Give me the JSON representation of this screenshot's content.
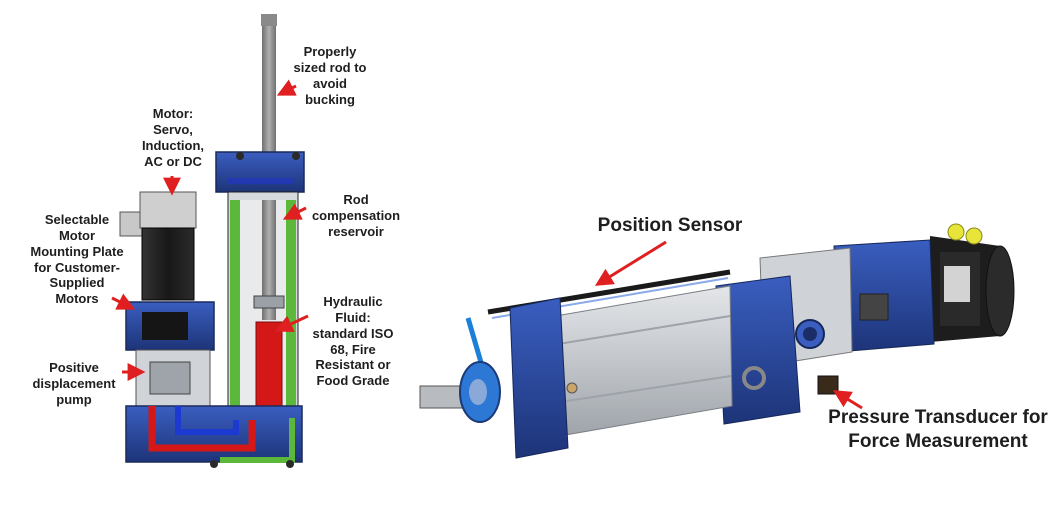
{
  "left_labels": {
    "rod": [
      "Properly",
      "sized rod to",
      "avoid",
      "bucking"
    ],
    "motor": [
      "Motor:",
      "Servo,",
      "Induction,",
      "AC or DC"
    ],
    "mount": [
      "Selectable",
      "Motor",
      "Mounting Plate",
      "for Customer-",
      "Supplied",
      "Motors"
    ],
    "reservoir": [
      "Rod",
      "compensation",
      "reservoir"
    ],
    "fluid": [
      "Hydraulic",
      "Fluid:",
      "standard ISO",
      "68, Fire",
      "Resistant or",
      "Food Grade"
    ],
    "pump": [
      "Positive",
      "displacement",
      "pump"
    ]
  },
  "right_labels": {
    "position": [
      "Position Sensor"
    ],
    "pressure": [
      "Pressure Transducer for",
      "Force Measurement"
    ]
  },
  "colors": {
    "arrow": "#e02020",
    "steel_blue": "#2f4fa6",
    "hydraulic_red": "#d41818",
    "hydraulic_green": "#5cb83a",
    "rod_gray": "#8a8a8a",
    "aluminum": "#c9ccd0"
  }
}
